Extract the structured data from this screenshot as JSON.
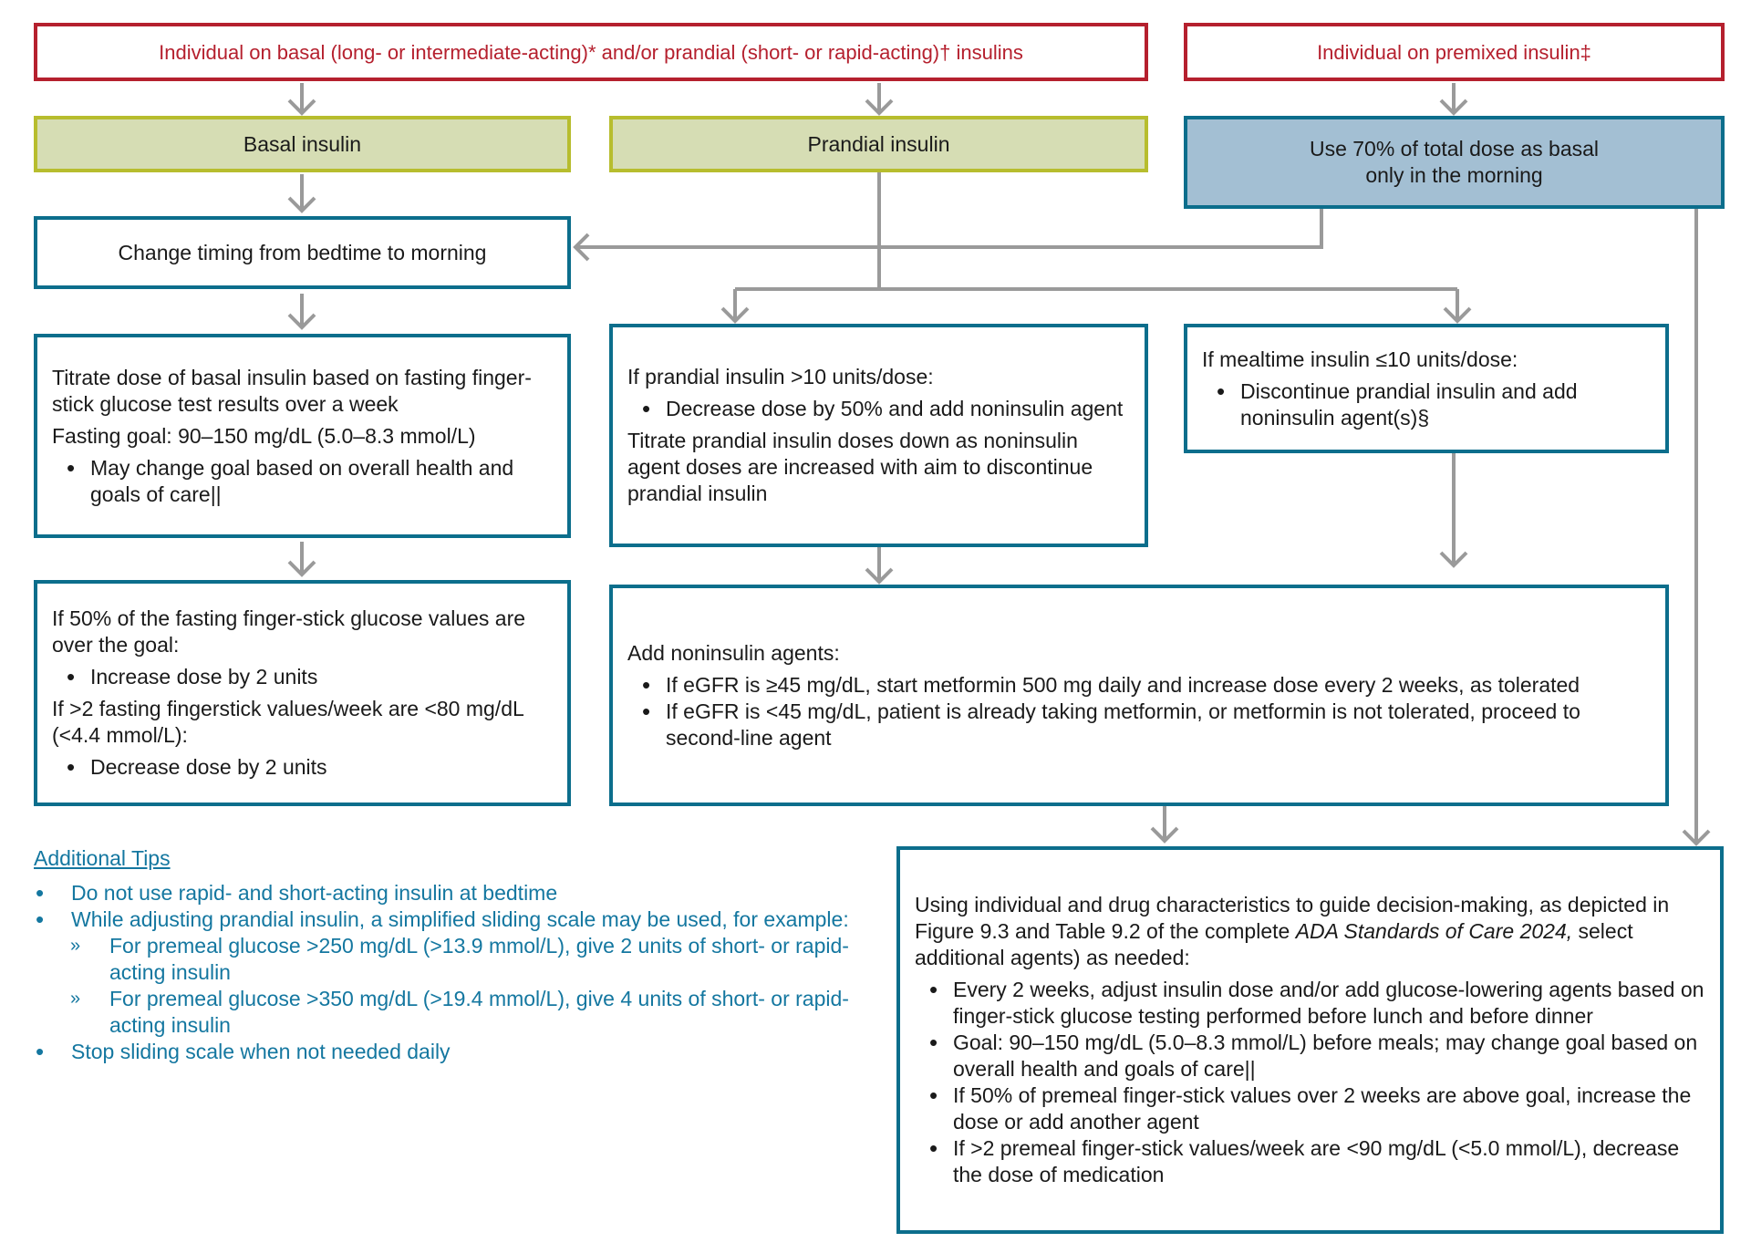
{
  "header_left": "Individual on basal (long- or intermediate-acting)* and/or prandial (short- or rapid-acting)† insulins",
  "header_right": "Individual on premixed insulin‡",
  "basal_label": "Basal insulin",
  "prandial_label": "Prandial insulin",
  "premixed_box": [
    "Use 70% of total dose as basal",
    "only in the morning"
  ],
  "timing_box": "Change timing from bedtime to morning",
  "titrate_box": {
    "line1": "Titrate dose of basal insulin based on fasting finger-stick glucose test results over a week",
    "goal": "Fasting goal: 90–150 mg/dL (5.0–8.3 mmol/L)",
    "bullet": "May change goal based on overall health and goals of care||"
  },
  "fasting_box": {
    "line1": "If 50% of the fasting finger-stick glucose values are over the goal:",
    "bullet1": "Increase dose by 2 units",
    "line2": "If >2 fasting fingerstick values/week are <80 mg/dL (<4.4 mmol/L):",
    "bullet2": "Decrease dose by 2 units"
  },
  "prandial_high_box": {
    "title": "If prandial insulin >10 units/dose:",
    "bullet": "Decrease dose by 50% and add noninsulin agent",
    "line2": "Titrate prandial insulin doses down as noninsulin agent doses are increased with aim to discontinue prandial insulin"
  },
  "mealtime_box": {
    "title": "If mealtime insulin ≤10 units/dose:",
    "bullet": "Discontinue prandial insulin and add noninsulin agent(s)§"
  },
  "noninsulin_box": {
    "title": "Add noninsulin agents:",
    "bullet1": "If eGFR is ≥45 mg/dL, start metformin 500 mg daily and increase dose every 2 weeks, as tolerated",
    "bullet2": "If eGFR is <45 mg/dL, patient is already taking metformin, or metformin is not tolerated, proceed to second-line agent"
  },
  "final_box": {
    "intro_a": "Using individual and drug characteristics to guide decision-making, as depicted in Figure 9.3 and Table 9.2 of the complete ",
    "intro_italic": "ADA Standards of Care 2024,",
    "intro_b": " select additional agents) as needed:",
    "bullets": [
      "Every 2 weeks, adjust insulin dose and/or add glucose-lowering agents based on finger-stick glucose testing performed before lunch and before dinner",
      "Goal: 90–150 mg/dL (5.0–8.3 mmol/L) before meals; may change goal based on overall health and goals of care||",
      "If 50% of premeal finger-stick values over 2 weeks are above goal, increase the dose or add another agent",
      "If >2 premeal finger-stick values/week are <90 mg/dL (<5.0 mmol/L), decrease the dose of medication"
    ]
  },
  "tips": {
    "heading": "Additional Tips",
    "bullet1": "Do not use rapid- and short-acting insulin at bedtime",
    "bullet2": "While adjusting prandial insulin, a simplified sliding scale may be used, for example:",
    "sub1": "For premeal glucose >250 mg/dL (>13.9 mmol/L), give 2 units of short- or rapid-acting insulin",
    "sub2": "For premeal glucose >350 mg/dL (>19.4 mmol/L), give 4 units of short- or rapid-acting insulin",
    "bullet3": "Stop sliding scale when not needed daily"
  },
  "colors": {
    "header_red": "#b5202e",
    "green_border": "#b7bd2e",
    "green_fill": "#d6ddb4",
    "blue_border": "#0c6e8c",
    "blue_fill": "#a3bfd3",
    "tips_text": "#1477a0",
    "arrow_gray": "#9a9a9a"
  }
}
